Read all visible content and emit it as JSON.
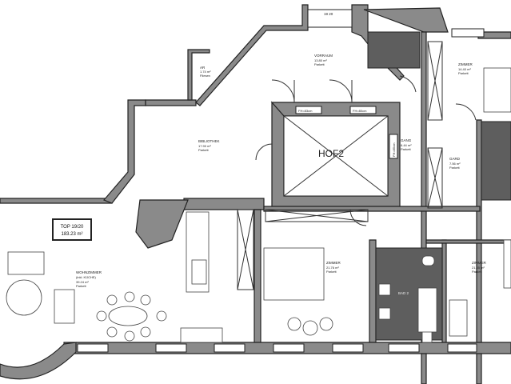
{
  "unit_box": {
    "title": "TOP 19/20",
    "area": "183.23 m²"
  },
  "entrance_label": "19 20",
  "rooms": [
    {
      "name": "VORRAUM",
      "area": "13.80 m²",
      "floor": "Parkett"
    },
    {
      "name": "AR",
      "area": "1.74 m²",
      "floor": "Fliesen"
    },
    {
      "name": "BIBLIOTHEK",
      "area": "17.90 m²",
      "floor": "Parkett"
    },
    {
      "name": "GANG",
      "area": "6.44 m²",
      "floor": "Parkett"
    },
    {
      "name": "ZIMMER",
      "area": "14.40 m²",
      "floor": "Parkett"
    },
    {
      "name": "GARD",
      "area": "7.56 m²",
      "floor": "Parkett"
    },
    {
      "name": "WOHNZIMMER",
      "sub": "(inkl. KÜCHE)",
      "area": "39.24 m²",
      "floor": "Parkett"
    },
    {
      "name": "ZIMMER",
      "area": "21.76 m²",
      "floor": "Parkett"
    },
    {
      "name": "BAD 2",
      "area": "",
      "floor": ""
    },
    {
      "name": "ZIMMER",
      "area": "21.85 m²",
      "floor": "Parkett"
    }
  ],
  "courtyard": "HOF2",
  "window_labels": [
    "FH=83cm",
    "FH=80cm",
    "FH=85cm"
  ],
  "colors": {
    "wall": "#8a8a8a",
    "tile": "#5e5e5e",
    "line": "#222222"
  }
}
